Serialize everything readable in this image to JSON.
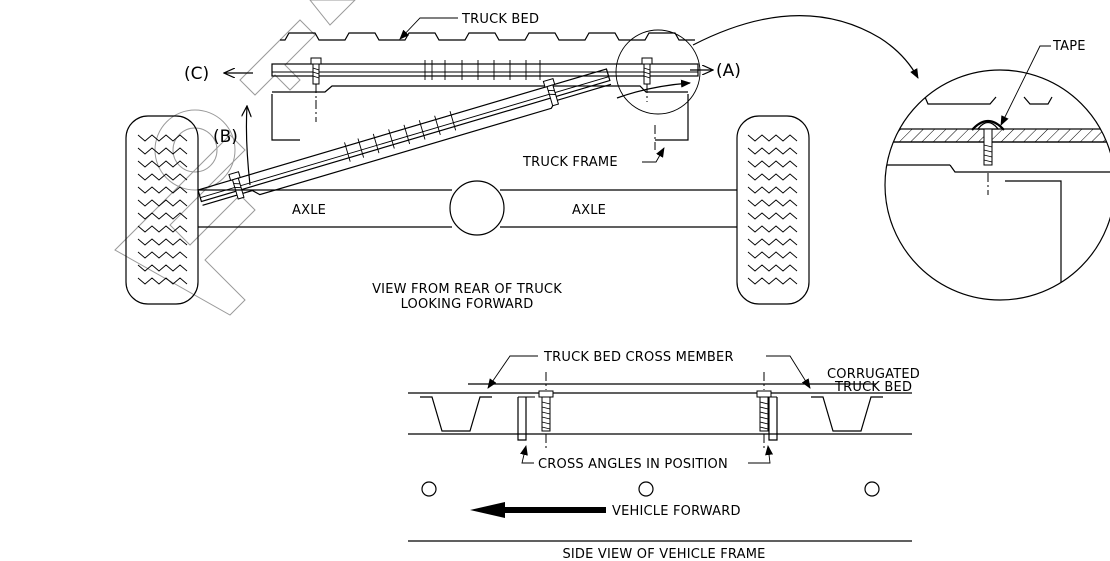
{
  "labels": {
    "truck_bed": "TRUCK BED",
    "tape": "TAPE",
    "callout_a": "(A)",
    "callout_b": "(B)",
    "callout_c": "(C)",
    "truck_frame": "TRUCK FRAME",
    "axle_left": "AXLE",
    "axle_right": "AXLE",
    "rear_view_line1": "VIEW FROM REAR OF TRUCK",
    "rear_view_line2": "LOOKING FORWARD",
    "cross_member": "TRUCK BED CROSS MEMBER",
    "corrugated_line1": "CORRUGATED",
    "corrugated_line2": "TRUCK BED",
    "cross_angles": "CROSS ANGLES IN POSITION",
    "vehicle_forward": "VEHICLE FORWARD",
    "side_view": "SIDE VIEW OF VEHICLE FRAME"
  },
  "watermark": "For..."
}
